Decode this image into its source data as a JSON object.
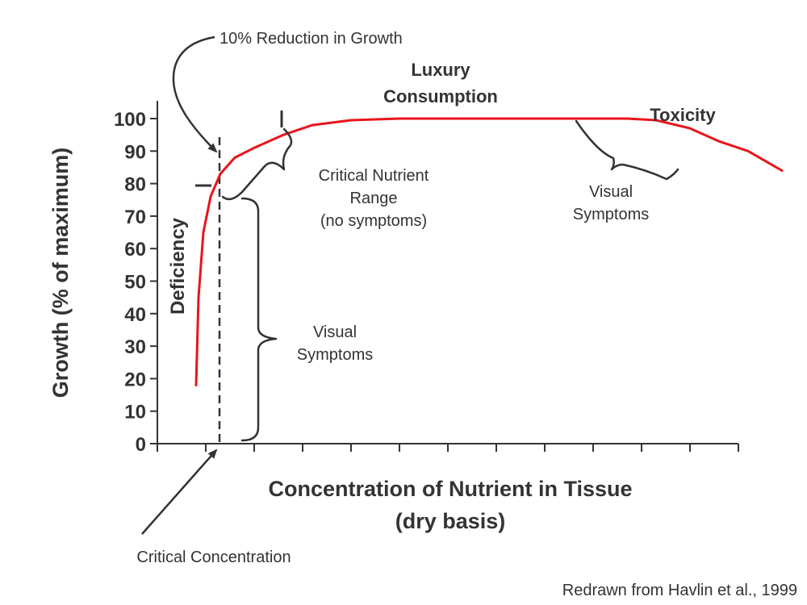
{
  "chart_data": {
    "type": "line",
    "ylabel": "Growth (% of maximum)",
    "xlabel_line1": "Concentration of Nutrient in Tissue",
    "xlabel_line2": "(dry basis)",
    "ylim": [
      0,
      100
    ],
    "y_ticks": [
      "0",
      "10",
      "20",
      "30",
      "40",
      "50",
      "60",
      "70",
      "80",
      "90",
      "100"
    ],
    "x_tick_count": 13,
    "grid": false,
    "curve_color": "#e8151b",
    "series": [
      {
        "x": [
          0.8,
          0.85,
          0.95,
          1.1,
          1.3,
          1.6,
          2.0,
          2.6,
          3.2,
          4.0,
          5.0,
          6.0,
          7.0,
          8.0,
          9.0,
          9.7,
          10.3,
          11.0,
          11.6,
          12.2,
          12.9
        ],
        "y": [
          18,
          45,
          65,
          76,
          83,
          88,
          91,
          95,
          98,
          99.5,
          100,
          100,
          100,
          100,
          100,
          100,
          99.5,
          97,
          93,
          90,
          84
        ]
      }
    ]
  },
  "annotations": {
    "reduction": "10% Reduction in Growth",
    "luxury_line1": "Luxury",
    "luxury_line2": "Consumption",
    "toxicity": "Toxicity",
    "critical_range_line1": "Critical Nutrient",
    "critical_range_line2": "Range",
    "critical_range_line3": "(no symptoms)",
    "visual_right_line1": "Visual",
    "visual_right_line2": "Symptoms",
    "visual_left_line1": "Visual",
    "visual_left_line2": "Symptoms",
    "deficiency": "Deficiency",
    "critical_concentration": "Critical Concentration",
    "source": "Redrawn from Havlin et al., 1999"
  }
}
